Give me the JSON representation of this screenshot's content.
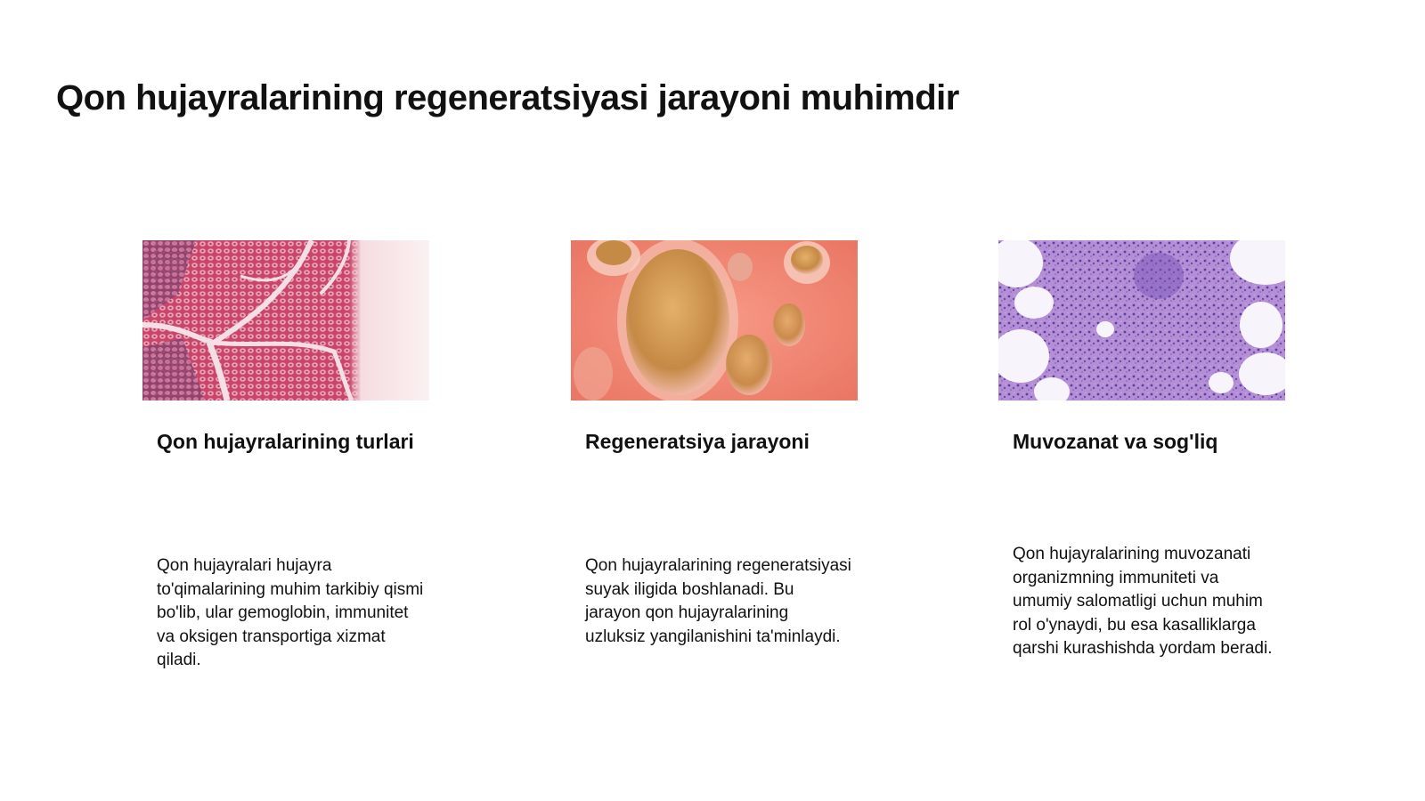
{
  "slide": {
    "title": "Qon hujayralarining regeneratsiyasi jarayoni muhimdir"
  },
  "cards": [
    {
      "heading": "Qon hujayralarining turlari",
      "body": "Qon hujayralari hujayra to'qimalarining muhim tarkibiy qismi bo'lib, ular gemoglobin, immunitet va oksigen transportiga xizmat qiladi.",
      "image": "muscle-tissue-histology-image"
    },
    {
      "heading": "Regeneratsiya jarayoni",
      "body": "Qon hujayralarining regeneratsiyasi suyak iligida boshlanadi. Bu jarayon qon hujayralarining uzluksiz yangilanishini ta'minlaydi.",
      "image": "cells-illustration-image"
    },
    {
      "heading": "Muvozanat va sog'liq",
      "body": "Qon hujayralarining muvozanati organizmning immuniteti va umumiy salomatligi uchun muhim rol o'ynaydi, bu esa kasalliklarga qarshi kurashishda yordam beradi.",
      "image": "bone-marrow-histology-image"
    }
  ]
}
